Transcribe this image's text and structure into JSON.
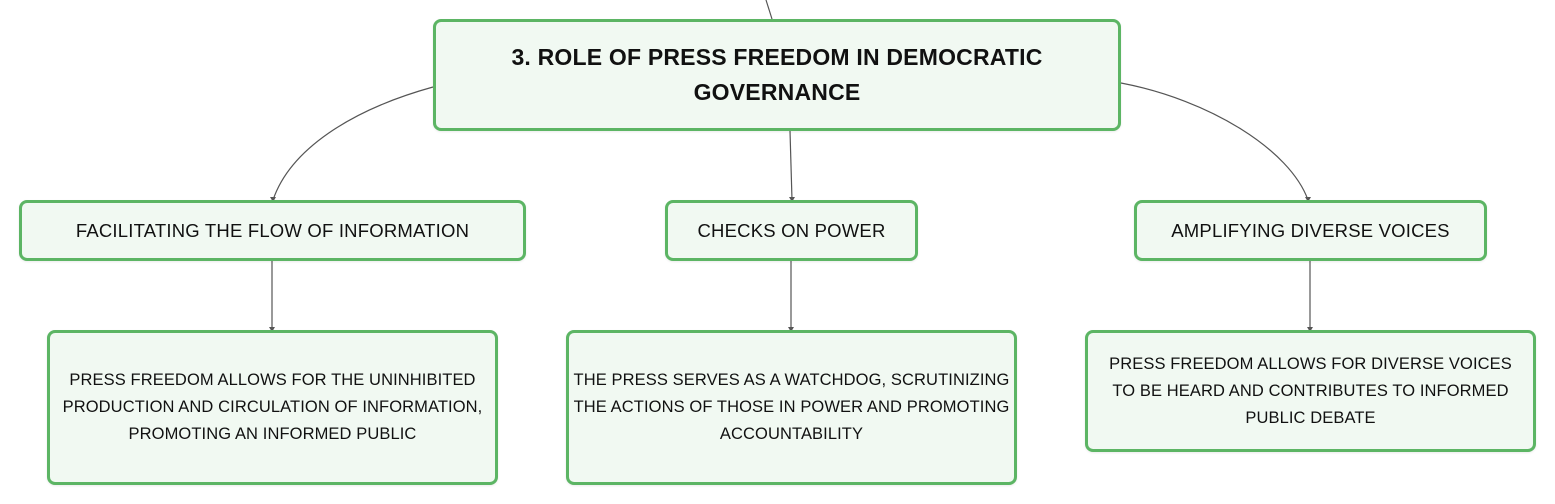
{
  "diagram": {
    "root": {
      "label": "3. ROLE OF PRESS FREEDOM IN DEMOCRATIC GOVERNANCE"
    },
    "branches": [
      {
        "label": "FACILITATING THE FLOW OF INFORMATION",
        "detail": "PRESS FREEDOM ALLOWS FOR THE UNINHIBITED PRODUCTION AND CIRCULATION OF INFORMATION, PROMOTING AN INFORMED PUBLIC"
      },
      {
        "label": "CHECKS ON POWER",
        "detail": "THE PRESS SERVES AS A WATCHDOG, SCRUTINIZING THE ACTIONS OF THOSE IN POWER AND PROMOTING ACCOUNTABILITY"
      },
      {
        "label": "AMPLIFYING DIVERSE VOICES",
        "detail": "PRESS FREEDOM ALLOWS FOR DIVERSE VOICES TO BE HEARD AND CONTRIBUTES TO INFORMED PUBLIC DEBATE"
      }
    ]
  },
  "colors": {
    "node_border": "#5cb564",
    "node_fill": "#f1f9f2",
    "connector": "#555555"
  }
}
